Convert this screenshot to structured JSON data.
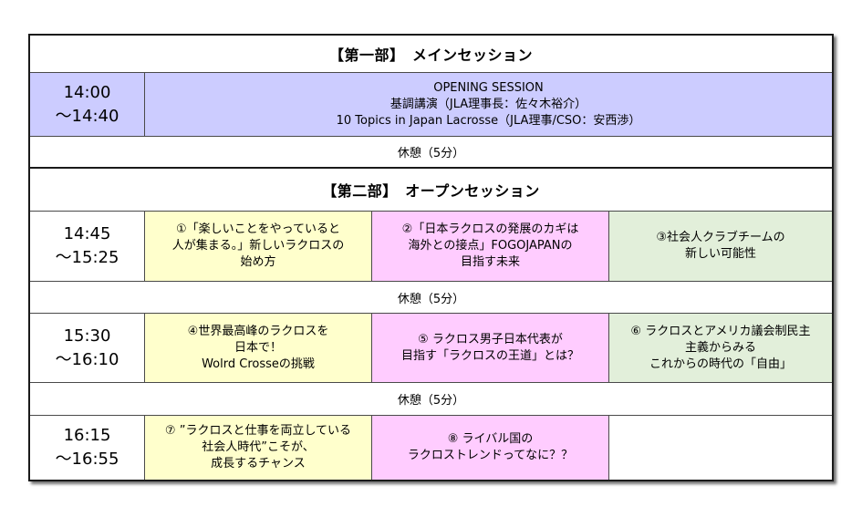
{
  "part1": {
    "header": "【第一部】　メインセッション",
    "time": "14:00\n～14:40",
    "session": {
      "line1": "OPENING SESSION",
      "line2": "基調講演（JLA理事長：佐々木裕介）",
      "line3": "10 Topics in Japan Lacrosse（JLA理事/CSO：安西渉）"
    },
    "break": "休憩（5分）"
  },
  "part2": {
    "header": "【第二部】　オープンセッション",
    "slot1": {
      "time": "14:45\n～15:25",
      "s1": "①「楽しいことをやっていると\n人が集まる。」新しいラクロスの\n始め方",
      "s2": "②「日本ラクロスの発展のカギは\n海外との接点」FOGOJAPANの\n目指す未来",
      "s3": "③社会人クラブチームの\n新しい可能性"
    },
    "break1": "休憩（5分）",
    "slot2": {
      "time": "15:30\n～16:10",
      "s1": "④世界最高峰のラクロスを\n日本で！\nWolrd Crosseの挑戦",
      "s2": "⑤ ラクロス男子日本代表が\n目指す「ラクロスの王道」とは？",
      "s3": "⑥ ラクロスとアメリカ議会制民主\n主義からみる\nこれからの時代の「自由」"
    },
    "break2": "休憩（5分）",
    "slot3": {
      "time": "16:15\n～16:55",
      "s1": "⑦ ”ラクロスと仕事を両立している\n社会人時代”こそが、\n成長するチャンス",
      "s2": "⑧ ライバル国の\nラクロストレンドってなに？？",
      "s3": ""
    }
  },
  "colors": {
    "lavender": "#ccccff",
    "yellow": "#ffffcc",
    "pink": "#ffccff",
    "green": "#e2efda"
  }
}
